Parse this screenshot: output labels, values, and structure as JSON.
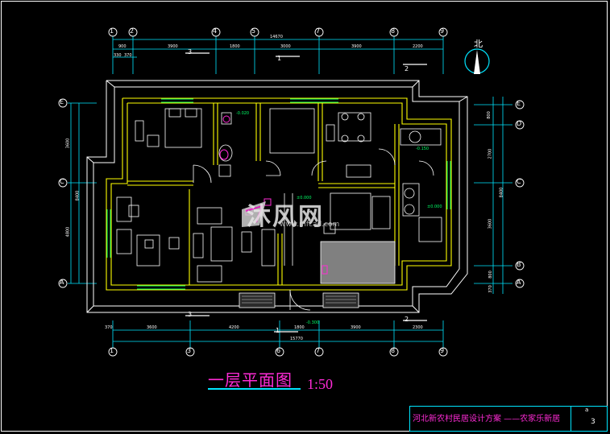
{
  "drawing": {
    "title": "一层平面图",
    "scale": "1:50",
    "title_block_text": "河北新农村民居设计方案 ——农家乐新居",
    "sheet_mark": "a",
    "sheet_number": "3",
    "north_label": "北",
    "watermark": "沐风网",
    "watermark_sub": "www.mfcad.com"
  },
  "axes": {
    "top": [
      "1",
      "2",
      "4",
      "5",
      "7",
      "8",
      "9"
    ],
    "bottom": [
      "1",
      "3",
      "6",
      "7",
      "8",
      "9"
    ],
    "left": [
      "E",
      "C",
      "A"
    ],
    "right": [
      "E",
      "D",
      "C",
      "B",
      "A"
    ]
  },
  "dimensions": {
    "top_total": "14670",
    "top_segments": [
      "900",
      "3900",
      "1800",
      "3000",
      "3900",
      "2200"
    ],
    "top_small": [
      "330",
      "370"
    ],
    "bottom_total": "15770",
    "bottom_segments": [
      "370",
      "3600",
      "4200",
      "1800",
      "3900",
      "2300"
    ],
    "left_total": "8400",
    "left_segments": [
      "3600",
      "4800"
    ],
    "right_total": "8400",
    "right_segments": [
      "800",
      "2700",
      "3600",
      "800",
      "370"
    ]
  },
  "section_marks": [
    "3",
    "1",
    "2",
    "3",
    "1",
    "2"
  ],
  "elevations": [
    "-0.020",
    "±0.000",
    "-0.150",
    "±0.000",
    "-0.300"
  ],
  "colors": {
    "background": "#000000",
    "axis_lines": "#00e5ff",
    "walls_outer": "#ffffff",
    "walls_inner": "#ffff00",
    "furniture": "#ffffff",
    "accent": "#ff2bd6",
    "window": "#00ff66",
    "stair_fill": "#808080"
  }
}
